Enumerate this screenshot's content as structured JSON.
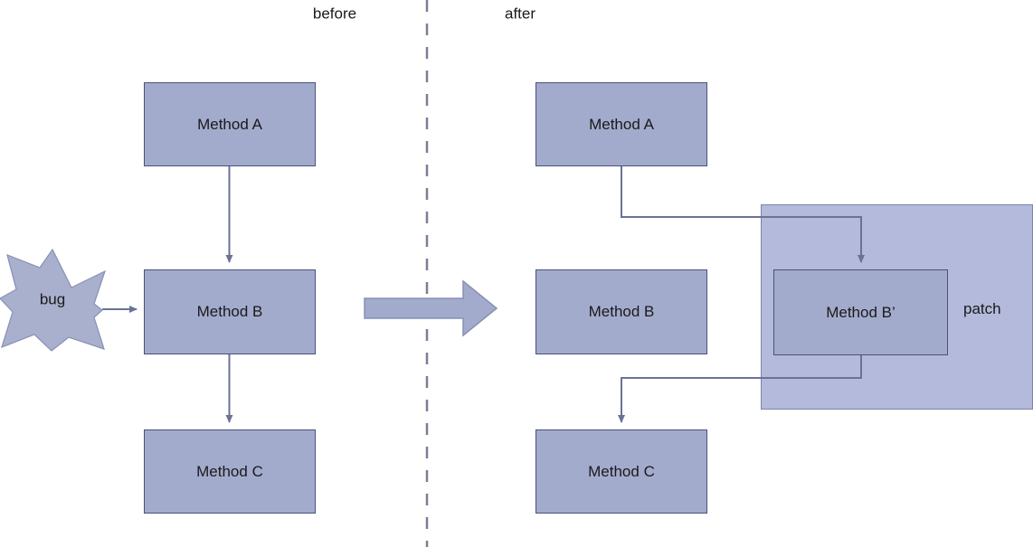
{
  "diagram": {
    "title_hidden": "",
    "colors": {
      "node_fill": "#a3abcd",
      "node_stroke": "#47537a",
      "patch_fill": "#b3badb",
      "patch_stroke": "#7b84ac",
      "connector": "#6a7394",
      "divider": "#7b7f96",
      "text": "#1a1a1a"
    },
    "columns": [
      {
        "key": "before",
        "label": "before"
      },
      {
        "key": "after",
        "label": "after"
      }
    ],
    "before": {
      "nodes": [
        {
          "id": "method-a",
          "label": "Method A"
        },
        {
          "id": "method-b",
          "label": "Method B"
        },
        {
          "id": "method-c",
          "label": "Method C"
        }
      ],
      "bug": {
        "label": "bug",
        "shape": "7-point-star"
      },
      "edges": [
        {
          "from": "method-a",
          "to": "method-b",
          "style": "straight-down"
        },
        {
          "from": "bug",
          "to": "method-b",
          "style": "straight-right"
        },
        {
          "from": "method-b",
          "to": "method-c",
          "style": "straight-down"
        }
      ]
    },
    "after": {
      "nodes": [
        {
          "id": "method-a-after",
          "label": "Method A"
        },
        {
          "id": "method-b-after",
          "label": "Method B"
        },
        {
          "id": "method-b-prime",
          "label": "Method B’"
        },
        {
          "id": "method-c-after",
          "label": "Method C"
        }
      ],
      "patch": {
        "label": "patch"
      },
      "edges": [
        {
          "from": "method-a-after",
          "to": "method-b-prime",
          "style": "orthogonal"
        },
        {
          "from": "method-b-prime",
          "to": "method-c-after",
          "style": "orthogonal"
        }
      ]
    },
    "transition_arrow": {
      "name": "before-after-block-arrow",
      "direction": "right"
    },
    "divider": {
      "name": "vertical-dashed-divider",
      "style": "dashed"
    }
  }
}
